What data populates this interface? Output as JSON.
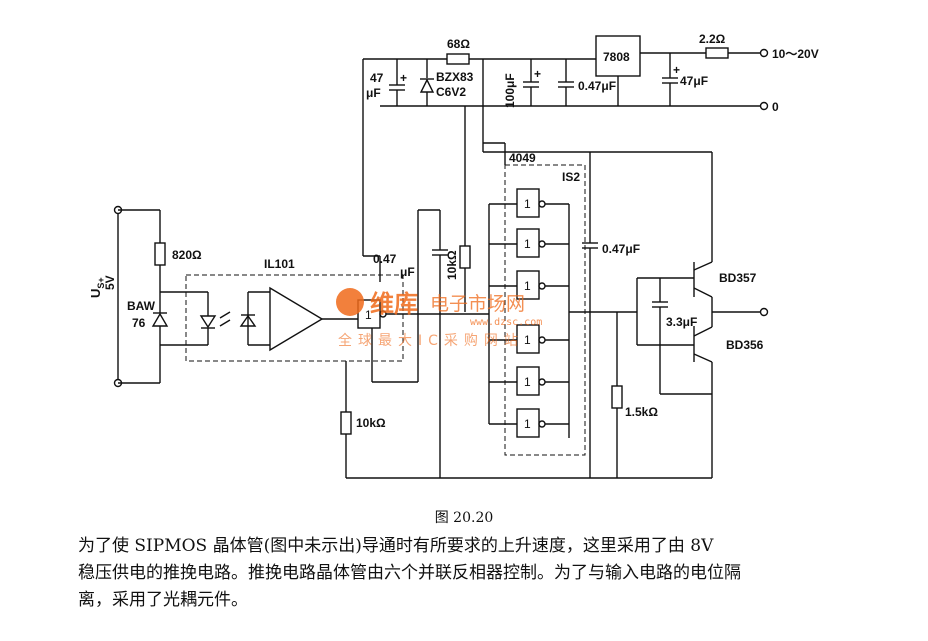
{
  "labels": {
    "r68": "68Ω",
    "reg": "7808",
    "r22": "2.2Ω",
    "vin": "10～20V",
    "gnd": "0",
    "c47_top": "47",
    "c47_bot": "μF",
    "zener_1": "BZX83",
    "zener_2": "C6V2",
    "c100": "100μF",
    "c047a": "0.47μF",
    "c47b": "47μF",
    "ic4049": "4049",
    "is2": "IS2",
    "c047b": "0.47μF",
    "bd357": "BD357",
    "bd356": "BD356",
    "c33": "3.3μF",
    "r15k": "1.5kΩ",
    "r10k": "10kΩ",
    "r10k_vert": "10kΩ",
    "c047c_1": "0.47",
    "c047c_2": "μF",
    "il101": "IL101",
    "r820": "820Ω",
    "baw": "BAW",
    "baw76": "76",
    "us": "U",
    "us_sub": "S+",
    "us_val": "5V",
    "gate": "1"
  },
  "watermark": {
    "brand": "维库",
    "site": "电子市场网",
    "url": "www.dzsc.com",
    "slogan": "全球最大IC采购网站"
  },
  "caption": "图 20.20",
  "paragraph": [
    "为了使 SIPMOS 晶体管(图中未示出)导通时有所要求的上升速度，这里采用了由 8V",
    "稳压供电的推挽电路。推挽电路晶体管由六个并联反相器控制。为了与输入电路的电位隔",
    "离，采用了光耦元件。"
  ],
  "colors": {
    "ink": "#111111",
    "watermark": "#f06a1a"
  }
}
